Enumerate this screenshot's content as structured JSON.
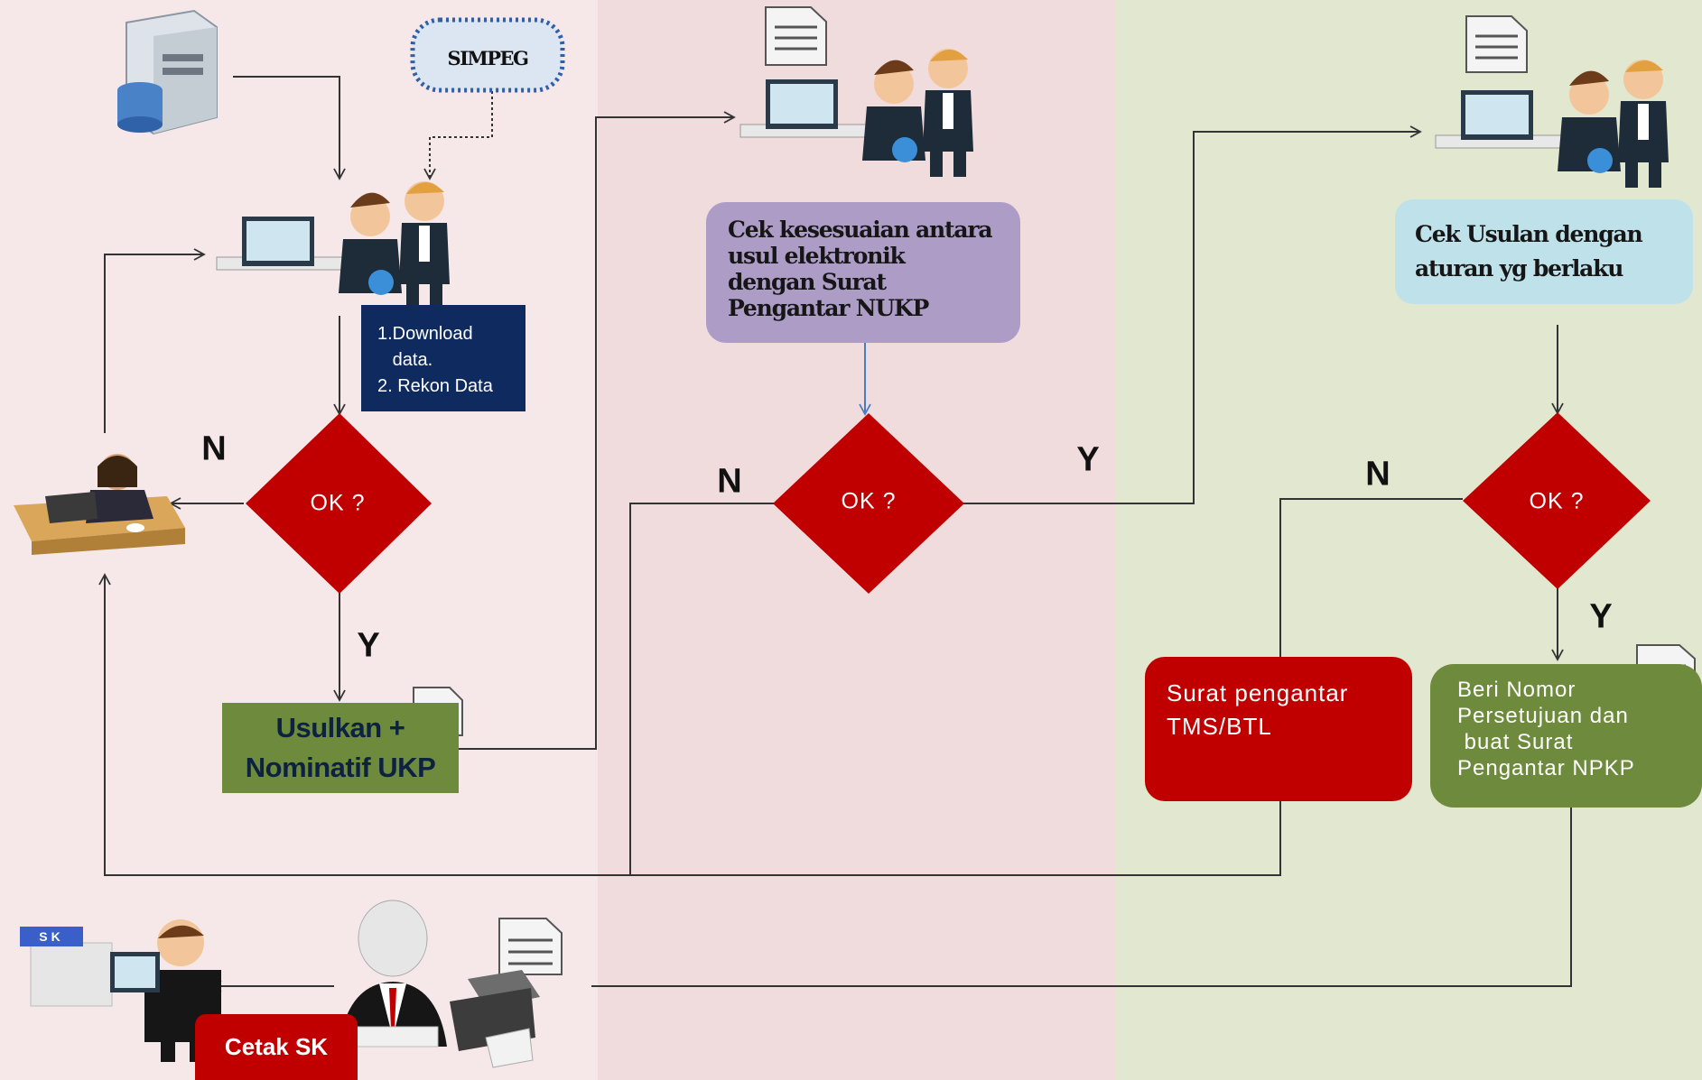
{
  "colors": {
    "diamond": "#c00000",
    "lane_1": "#f6e8e8",
    "lane_2": "#f0dcdc",
    "lane_3": "#e2e7cf",
    "navy_box": "#0e2a5e",
    "purple_box": "#ac9cc6",
    "lightblue_box": "#bfe1ea",
    "green_box": "#6e8b3d",
    "red_box": "#c00000"
  },
  "simpeg_label": "SIMPEG",
  "steps": {
    "download": [
      "1.Download",
      "   data.",
      "2. Rekon Data"
    ],
    "usulkan": [
      "Usulkan +",
      "Nominatif UKP"
    ],
    "cek_kesesuaian": [
      "Cek kesesuaian antara",
      "usul elektronik",
      "dengan Surat",
      "Pengantar NUKP"
    ],
    "cek_usulan": [
      "Cek Usulan dengan",
      "aturan yg berlaku"
    ],
    "surat_tms": [
      "Surat pengantar",
      "TMS/BTL"
    ],
    "beri_nomor": [
      "Beri Nomor",
      "Persetujuan dan",
      " buat Surat",
      "Pengantar NPKP"
    ],
    "cetak_sk": "Cetak SK",
    "sk_tab": "SK"
  },
  "decisions": {
    "d1": "OK ?",
    "d2": "OK ?",
    "d3": "OK ?"
  },
  "branch_labels": {
    "d1_no": "N",
    "d1_yes": "Y",
    "d2_no": "N",
    "d2_yes": "Y",
    "d3_no": "N",
    "d3_yes": "Y"
  },
  "icons": [
    "server-database-icon",
    "simpeg-database-icon",
    "document-icon",
    "workstation-people-icon",
    "operator-at-desk-icon",
    "printer-icon",
    "manager-icon",
    "sk-officer-icon"
  ]
}
